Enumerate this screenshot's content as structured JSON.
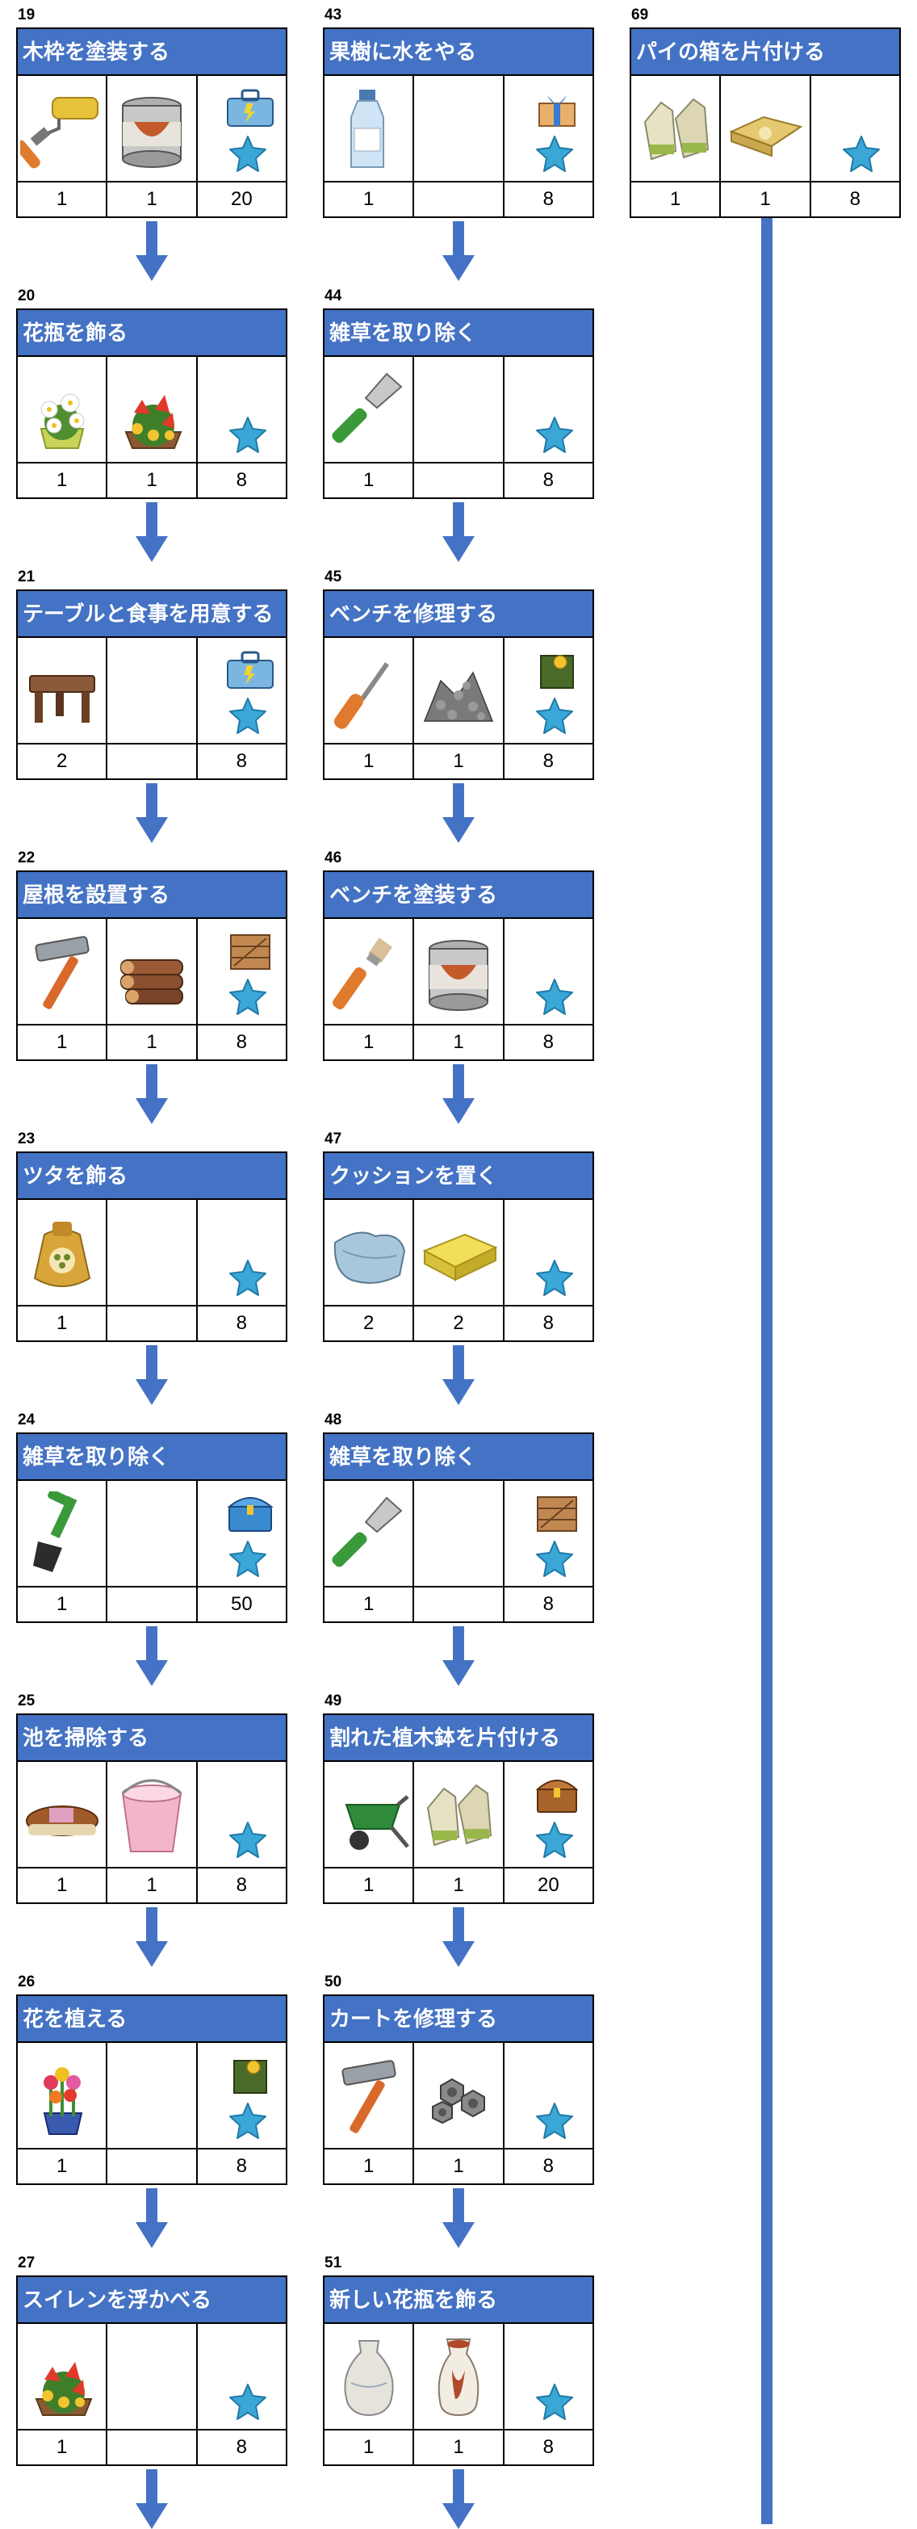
{
  "columns": [
    {
      "steps": [
        {
          "number": "19",
          "title": "木枠を塗装する",
          "items": [
            {
              "icon": "paint-roller-icon",
              "count": "1"
            },
            {
              "icon": "paint-can-icon",
              "count": "1"
            }
          ],
          "reward": {
            "count": "20",
            "chest": "blue-toolbox-icon"
          }
        },
        {
          "number": "20",
          "title": "花瓶を飾る",
          "items": [
            {
              "icon": "white-flower-pot-icon",
              "count": "1"
            },
            {
              "icon": "red-flower-pot-icon",
              "count": "1"
            }
          ],
          "reward": {
            "count": "8",
            "chest": ""
          }
        },
        {
          "number": "21",
          "title": "テーブルと食事を用意する",
          "items": [
            {
              "icon": "wooden-table-icon",
              "count": "2"
            },
            {
              "icon": "",
              "count": ""
            }
          ],
          "reward": {
            "count": "8",
            "chest": "blue-toolbox-icon"
          }
        },
        {
          "number": "22",
          "title": "屋根を設置する",
          "items": [
            {
              "icon": "hammer-icon",
              "count": "1"
            },
            {
              "icon": "log-pile-icon",
              "count": "1"
            }
          ],
          "reward": {
            "count": "8",
            "chest": "wooden-crate-icon"
          }
        },
        {
          "number": "23",
          "title": "ツタを飾る",
          "items": [
            {
              "icon": "seed-bag-icon",
              "count": "1"
            },
            {
              "icon": "",
              "count": ""
            }
          ],
          "reward": {
            "count": "8",
            "chest": ""
          }
        },
        {
          "number": "24",
          "title": "雑草を取り除く",
          "items": [
            {
              "icon": "shovel-icon",
              "count": "1"
            },
            {
              "icon": "",
              "count": ""
            }
          ],
          "reward": {
            "count": "50",
            "chest": "blue-chest-icon"
          }
        },
        {
          "number": "25",
          "title": "池を掃除する",
          "items": [
            {
              "icon": "scrub-brush-icon",
              "count": "1"
            },
            {
              "icon": "pink-bucket-icon",
              "count": "1"
            }
          ],
          "reward": {
            "count": "8",
            "chest": ""
          }
        },
        {
          "number": "26",
          "title": "花を植える",
          "items": [
            {
              "icon": "tulip-pot-icon",
              "count": "1"
            },
            {
              "icon": "",
              "count": ""
            }
          ],
          "reward": {
            "count": "8",
            "chest": "green-box-icon"
          }
        },
        {
          "number": "27",
          "title": "スイレンを浮かべる",
          "items": [
            {
              "icon": "red-flower-pot-icon",
              "count": "1"
            },
            {
              "icon": "",
              "count": ""
            }
          ],
          "reward": {
            "count": "8",
            "chest": ""
          }
        }
      ]
    },
    {
      "steps": [
        {
          "number": "43",
          "title": "果樹に水をやる",
          "items": [
            {
              "icon": "water-bottle-icon",
              "count": "1"
            },
            {
              "icon": "",
              "count": ""
            }
          ],
          "reward": {
            "count": "8",
            "chest": "gift-box-icon"
          }
        },
        {
          "number": "44",
          "title": "雑草を取り除く",
          "items": [
            {
              "icon": "trowel-icon",
              "count": "1"
            },
            {
              "icon": "",
              "count": ""
            }
          ],
          "reward": {
            "count": "8",
            "chest": ""
          }
        },
        {
          "number": "45",
          "title": "ベンチを修理する",
          "items": [
            {
              "icon": "screwdriver-icon",
              "count": "1"
            },
            {
              "icon": "screws-pile-icon",
              "count": "1"
            }
          ],
          "reward": {
            "count": "8",
            "chest": "green-box-icon"
          }
        },
        {
          "number": "46",
          "title": "ベンチを塗装する",
          "items": [
            {
              "icon": "paint-brush-icon",
              "count": "1"
            },
            {
              "icon": "paint-can-icon",
              "count": "1"
            }
          ],
          "reward": {
            "count": "8",
            "chest": ""
          }
        },
        {
          "number": "47",
          "title": "クッションを置く",
          "items": [
            {
              "icon": "cloth-icon",
              "count": "2"
            },
            {
              "icon": "sponge-cushion-icon",
              "count": "2"
            }
          ],
          "reward": {
            "count": "8",
            "chest": ""
          }
        },
        {
          "number": "48",
          "title": "雑草を取り除く",
          "items": [
            {
              "icon": "trowel-icon",
              "count": "1"
            },
            {
              "icon": "",
              "count": ""
            }
          ],
          "reward": {
            "count": "8",
            "chest": "wooden-crate-icon"
          }
        },
        {
          "number": "49",
          "title": "割れた植木鉢を片付ける",
          "items": [
            {
              "icon": "wheelbarrow-icon",
              "count": "1"
            },
            {
              "icon": "gloves-icon",
              "count": "1"
            }
          ],
          "reward": {
            "count": "20",
            "chest": "treasure-chest-icon"
          }
        },
        {
          "number": "50",
          "title": "カートを修理する",
          "items": [
            {
              "icon": "hammer-icon",
              "count": "1"
            },
            {
              "icon": "bolts-nuts-icon",
              "count": "1"
            }
          ],
          "reward": {
            "count": "8",
            "chest": ""
          }
        },
        {
          "number": "51",
          "title": "新しい花瓶を飾る",
          "items": [
            {
              "icon": "white-vase-icon",
              "count": "1"
            },
            {
              "icon": "ornate-vase-icon",
              "count": "1"
            }
          ],
          "reward": {
            "count": "8",
            "chest": ""
          }
        }
      ]
    },
    {
      "steps": [
        {
          "number": "69",
          "title": "パイの箱を片付ける",
          "items": [
            {
              "icon": "gloves-icon",
              "count": "1"
            },
            {
              "icon": "cloth-sack-icon",
              "count": "1"
            }
          ],
          "reward": {
            "count": "8",
            "chest": ""
          }
        }
      ]
    }
  ],
  "colors": {
    "header": "#4472c4",
    "arrow": "#4472c4",
    "star": "#3aa7d6"
  }
}
